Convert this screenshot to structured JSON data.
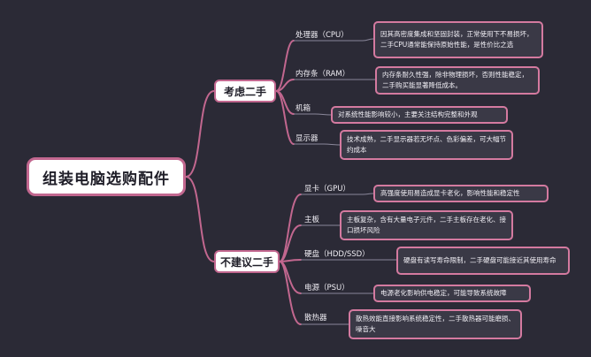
{
  "root": {
    "label": "组装电脑选购配件"
  },
  "branches": [
    {
      "label": "考虑二手",
      "items": [
        {
          "name": "处理器（CPU）",
          "note": "因其高密度集成和坚固封装，正常使用下不易损坏，二手CPU通常能保持原始性能，是性价比之选"
        },
        {
          "name": "内存条（RAM）",
          "note": "内存条耐久性强，除非物理损坏，否则性能稳定，二手购买能显著降低成本。"
        },
        {
          "name": "机箱",
          "note": "对系统性能影响较小，主要关注结构完整和外观"
        },
        {
          "name": "显示器",
          "note": "技术成熟，二手显示器若无坏点、色彩偏差，可大幅节约成本"
        }
      ]
    },
    {
      "label": "不建议二手",
      "items": [
        {
          "name": "显卡（GPU）",
          "note": "高强度使用易造成显卡老化，影响性能和稳定性"
        },
        {
          "name": "主板",
          "note": "主板复杂，含有大量电子元件，二手主板存在老化、接口损坏风险"
        },
        {
          "name": "硬盘（HDD/SSD）",
          "note": "硬盘有读写寿命限制，二手硬盘可能接近其使用寿命"
        },
        {
          "name": "电源（PSU）",
          "note": "电源老化影响供电稳定，可能导致系统故障"
        },
        {
          "name": "散热器",
          "note": "散热效能直接影响系统稳定性，二手散热器可能磨损、噪音大"
        }
      ]
    }
  ],
  "colors": {
    "background": "#2b2a36",
    "accent": "#c2678f",
    "leaf_border": "#d47aa0"
  }
}
